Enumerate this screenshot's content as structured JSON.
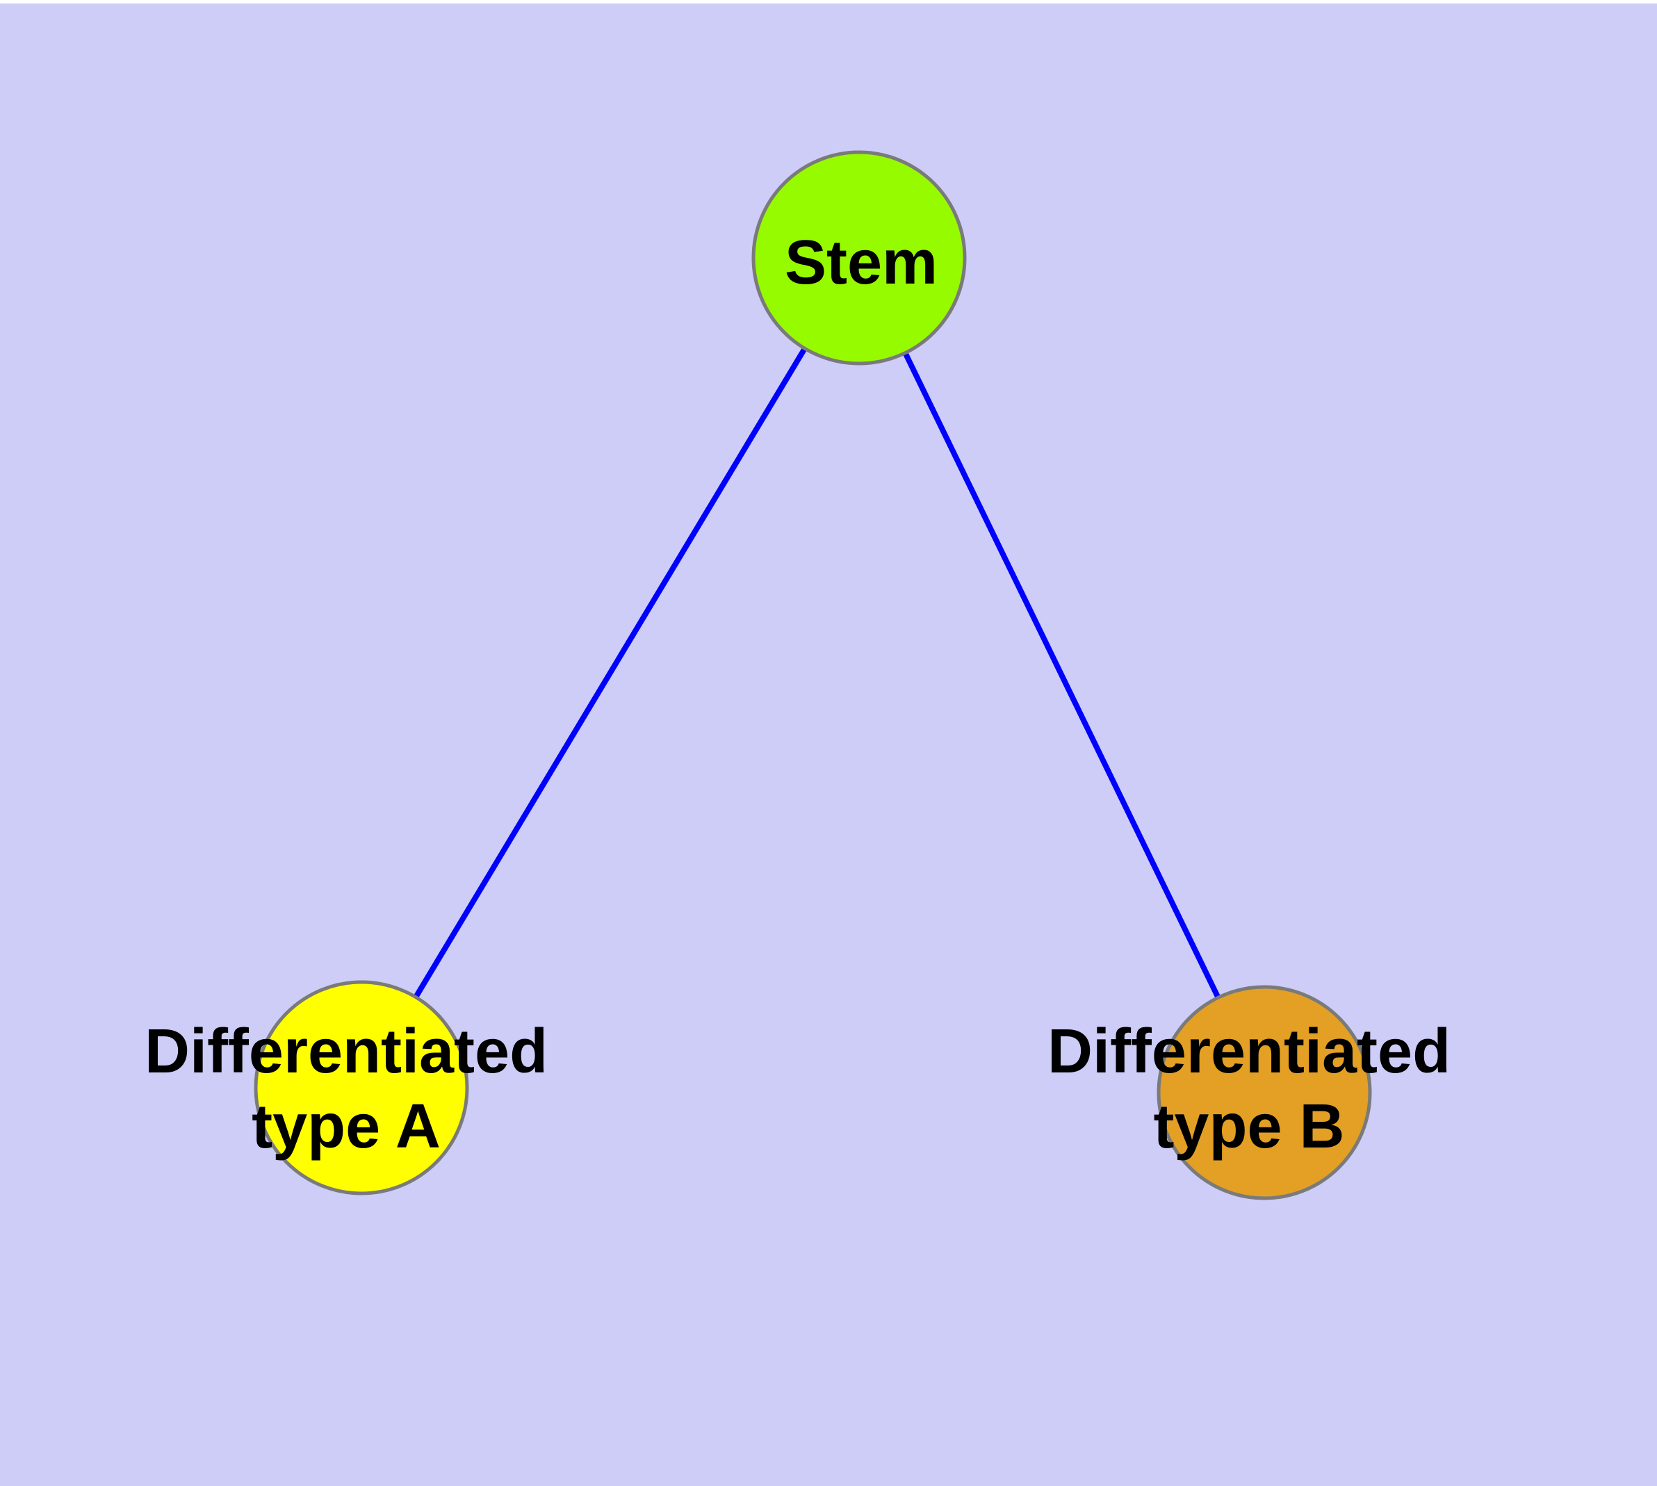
{
  "diagram": {
    "type": "graph",
    "description": "Stem cell differentiation graph: one stem node connected to two differentiated cell type nodes",
    "background_color": "#CDCDF8",
    "top_border_color": "#FFFFFF",
    "edge_color": "#0000FF",
    "node_border_color": "#7A7A7A",
    "label_color": "#000000",
    "nodes": [
      {
        "id": "stem",
        "label": "Stem",
        "color": "#97FB00"
      },
      {
        "id": "type-a",
        "label": "Differentiated\ntype A",
        "color": "#FFFF00"
      },
      {
        "id": "type-b",
        "label": "Differentiated\ntype B",
        "color": "#E3A024"
      }
    ],
    "edges": [
      {
        "from": "stem",
        "to": "type-a"
      },
      {
        "from": "stem",
        "to": "type-b"
      }
    ]
  }
}
